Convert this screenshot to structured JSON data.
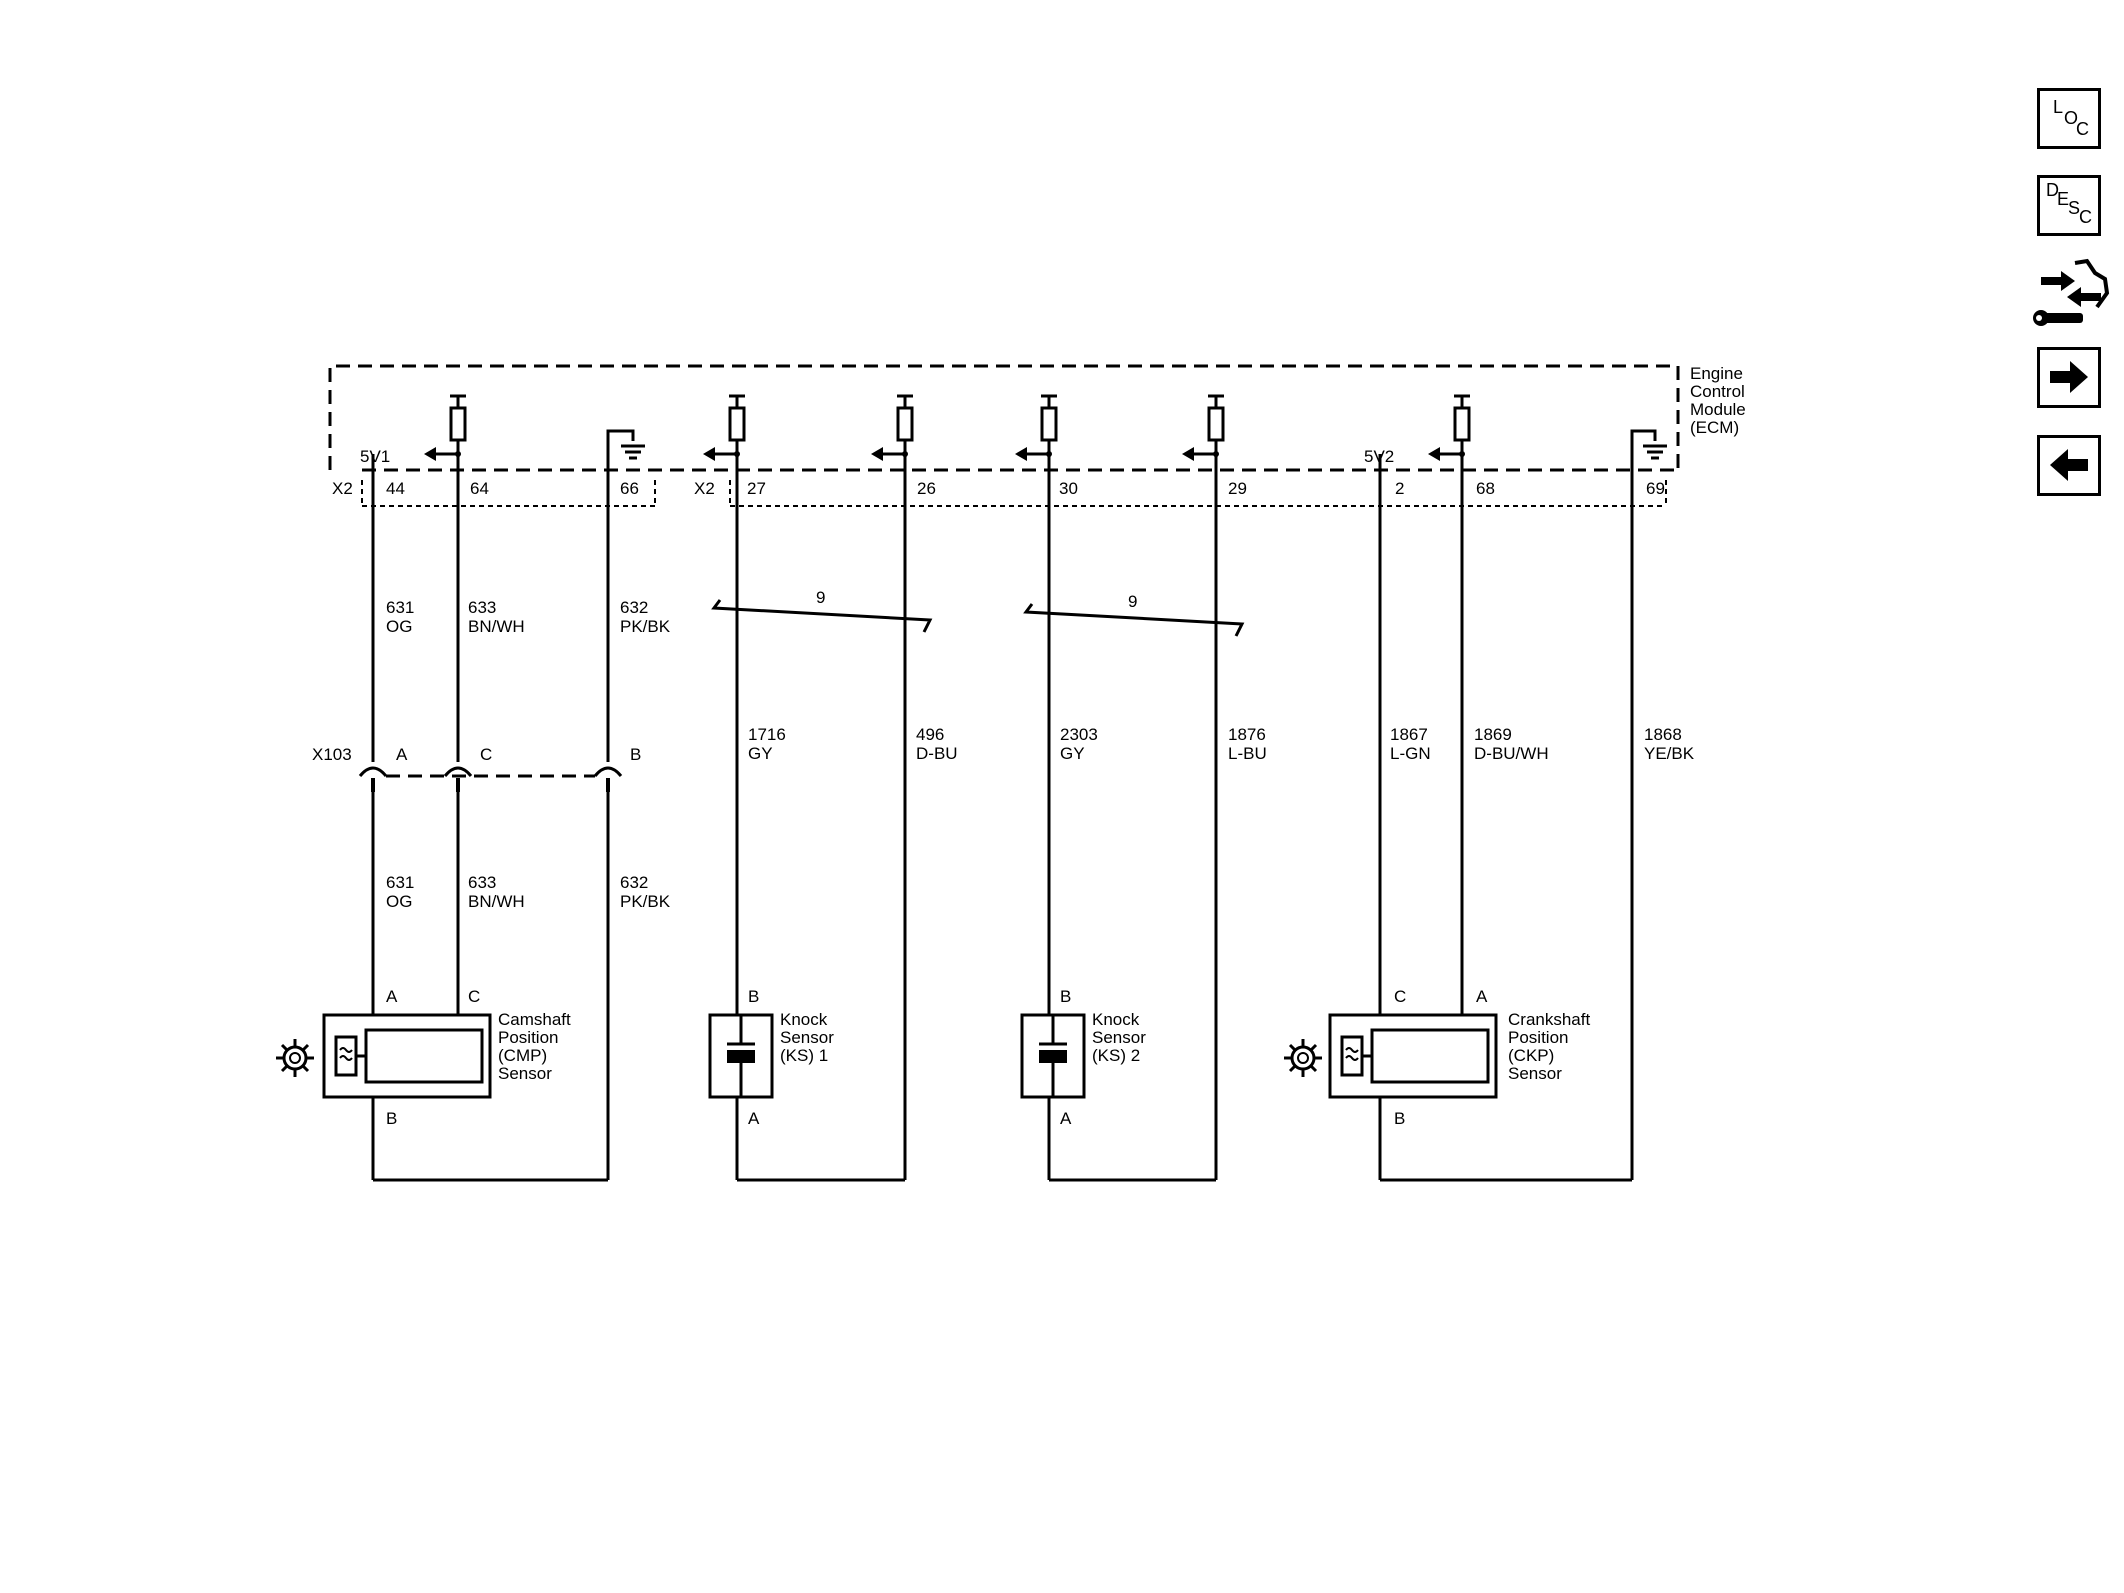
{
  "module": {
    "name_lines": [
      "Engine",
      "Control",
      "Module",
      "(ECM)"
    ]
  },
  "connectors": {
    "ecm_left": "X2",
    "ecm_mid": "X2",
    "inline": "X103"
  },
  "ecm_pins": {
    "p44": "44",
    "p64": "64",
    "p66": "66",
    "p27": "27",
    "p26": "26",
    "p30": "30",
    "p29": "29",
    "p2": "2",
    "p68": "68",
    "p69": "69"
  },
  "references": {
    "ref_5v1": "5V1",
    "ref_5v2": "5V2"
  },
  "twist_labels": {
    "ks1": "9",
    "ks2": "9"
  },
  "wires": {
    "w631_upper": [
      "631",
      "OG"
    ],
    "w633_upper": [
      "633",
      "BN/WH"
    ],
    "w632_upper": [
      "632",
      "PK/BK"
    ],
    "w631_lower": [
      "631",
      "OG"
    ],
    "w633_lower": [
      "633",
      "BN/WH"
    ],
    "w632_lower": [
      "632",
      "PK/BK"
    ],
    "w1716": [
      "1716",
      "GY"
    ],
    "w496": [
      "496",
      "D-BU"
    ],
    "w2303": [
      "2303",
      "GY"
    ],
    "w1876": [
      "1876",
      "L-BU"
    ],
    "w1867": [
      "1867",
      "L-GN"
    ],
    "w1869": [
      "1869",
      "D-BU/WH"
    ],
    "w1868": [
      "1868",
      "YE/BK"
    ]
  },
  "inline_pins": {
    "a": "A",
    "c": "C",
    "b": "B"
  },
  "components": {
    "cmp": {
      "lines": [
        "Camshaft",
        "Position",
        "(CMP)",
        "Sensor"
      ],
      "pin_top_a": "A",
      "pin_top_c": "C",
      "pin_bottom": "B"
    },
    "ks1": {
      "lines": [
        "Knock",
        "Sensor",
        "(KS) 1"
      ],
      "pin_top": "B",
      "pin_bottom": "A"
    },
    "ks2": {
      "lines": [
        "Knock",
        "Sensor",
        "(KS) 2"
      ],
      "pin_top": "B",
      "pin_bottom": "A"
    },
    "ckp": {
      "lines": [
        "Crankshaft",
        "Position",
        "(CKP)",
        "Sensor"
      ],
      "pin_top_c": "C",
      "pin_top_a": "A",
      "pin_bottom": "B"
    }
  },
  "nav": {
    "loc": [
      "L",
      "O",
      "C"
    ],
    "desc": [
      "D",
      "E",
      "S",
      "C"
    ],
    "tool_icon": "connector-tool-icon",
    "next_icon": "arrow-right-icon",
    "prev_icon": "arrow-left-icon"
  }
}
